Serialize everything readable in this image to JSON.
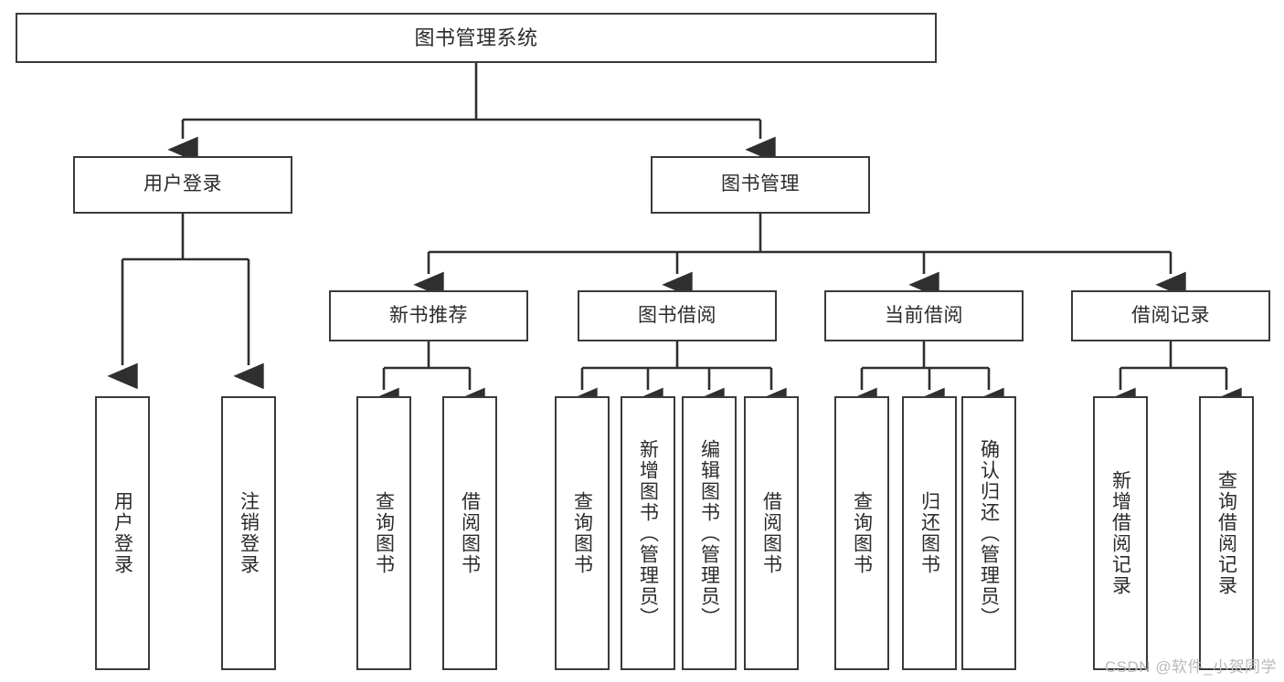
{
  "diagram": {
    "title": "图书管理系统",
    "watermark": "CSDN @软件_小贺同学",
    "colors": {
      "stroke": "#3a3a3a",
      "box_fill": "#ffffff",
      "text": "#2b2b2b",
      "watermark": "#b9b9b9",
      "background": "#ffffff"
    },
    "root": {
      "label": "图书管理系统"
    },
    "level2": [
      {
        "label": "用户登录"
      },
      {
        "label": "图书管理"
      }
    ],
    "level3": [
      {
        "label": "新书推荐"
      },
      {
        "label": "图书借阅"
      },
      {
        "label": "当前借阅"
      },
      {
        "label": "借阅记录"
      }
    ],
    "leaves": {
      "user_login": [
        {
          "label": "用户登录"
        },
        {
          "label": "注销登录"
        }
      ],
      "new_book": [
        {
          "label": "查询图书"
        },
        {
          "label": "借阅图书"
        }
      ],
      "borrow_book": [
        {
          "label": "查询图书"
        },
        {
          "label": "新增图书（管理员）"
        },
        {
          "label": "编辑图书（管理员）"
        },
        {
          "label": "借阅图书"
        }
      ],
      "current_borrow": [
        {
          "label": "查询图书"
        },
        {
          "label": "归还图书"
        },
        {
          "label": "确认归还（管理员）"
        }
      ],
      "borrow_record": [
        {
          "label": "新增借阅记录"
        },
        {
          "label": "查询借阅记录"
        }
      ]
    }
  }
}
